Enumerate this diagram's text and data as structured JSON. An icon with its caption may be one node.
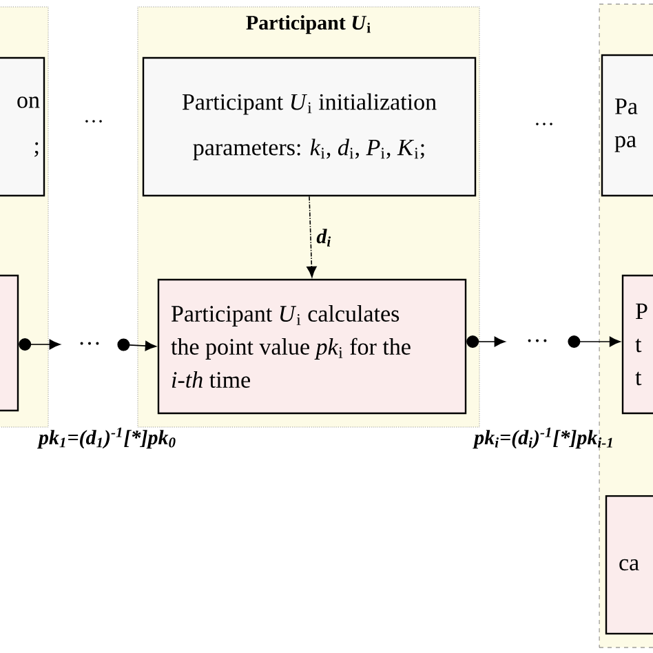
{
  "diagram": {
    "nodes": [
      {
        "text": [],
        "shape": "box"
      },
      {
        "text": [
          "on ;"
        ],
        "in": 0
      },
      {
        "text": [],
        "shape": "box",
        "in": 0
      },
      {
        "text": [
          "Participant *U*$_{i}$"
        ]
      },
      {
        "text": [
          "Participant *U*$_{i}$ initialization parameters: *k*$_{i}$, *d*$_{i}$, *P*$_{i}$, *K*$_{i}$;"
        ],
        "in": 3
      },
      {
        "text": [
          "Participant *U*$_{i}$ calculates the point value *pk*$_{i}$ for the *i-th* time"
        ],
        "in": 3
      },
      {
        "text": [],
        "shape": "box"
      },
      {
        "text": [
          "Pa pa"
        ],
        "in": 6
      },
      {
        "text": [
          "P t t"
        ],
        "in": 6
      },
      {
        "text": [
          "ca"
        ],
        "in": 6
      },
      {
        "text": [
          "…"
        ]
      },
      {
        "text": [
          "…"
        ]
      }
    ],
    "edges": [
      {
        "from": 2,
        "to": 10,
        "arrow": "to"
      },
      {
        "from": 10,
        "to": 5,
        "arrow": "to"
      },
      {
        "from": 5,
        "to": 11,
        "arrow": "to"
      },
      {
        "from": 11,
        "to": 8,
        "arrow": "to"
      },
      {
        "from": 4,
        "to": 5,
        "arrow": "to",
        "style": "dashed",
        "label": "d$_{i}$"
      }
    ],
    "labels": [
      "…",
      "…",
      "pk$_{1}$=(d$_{1}$)$^{-1}$[*]pk$_{0}$",
      "pk$_{i}$=(d$_{i}$)$^{-1}$[*]pk$_{i-1}$"
    ]
  }
}
